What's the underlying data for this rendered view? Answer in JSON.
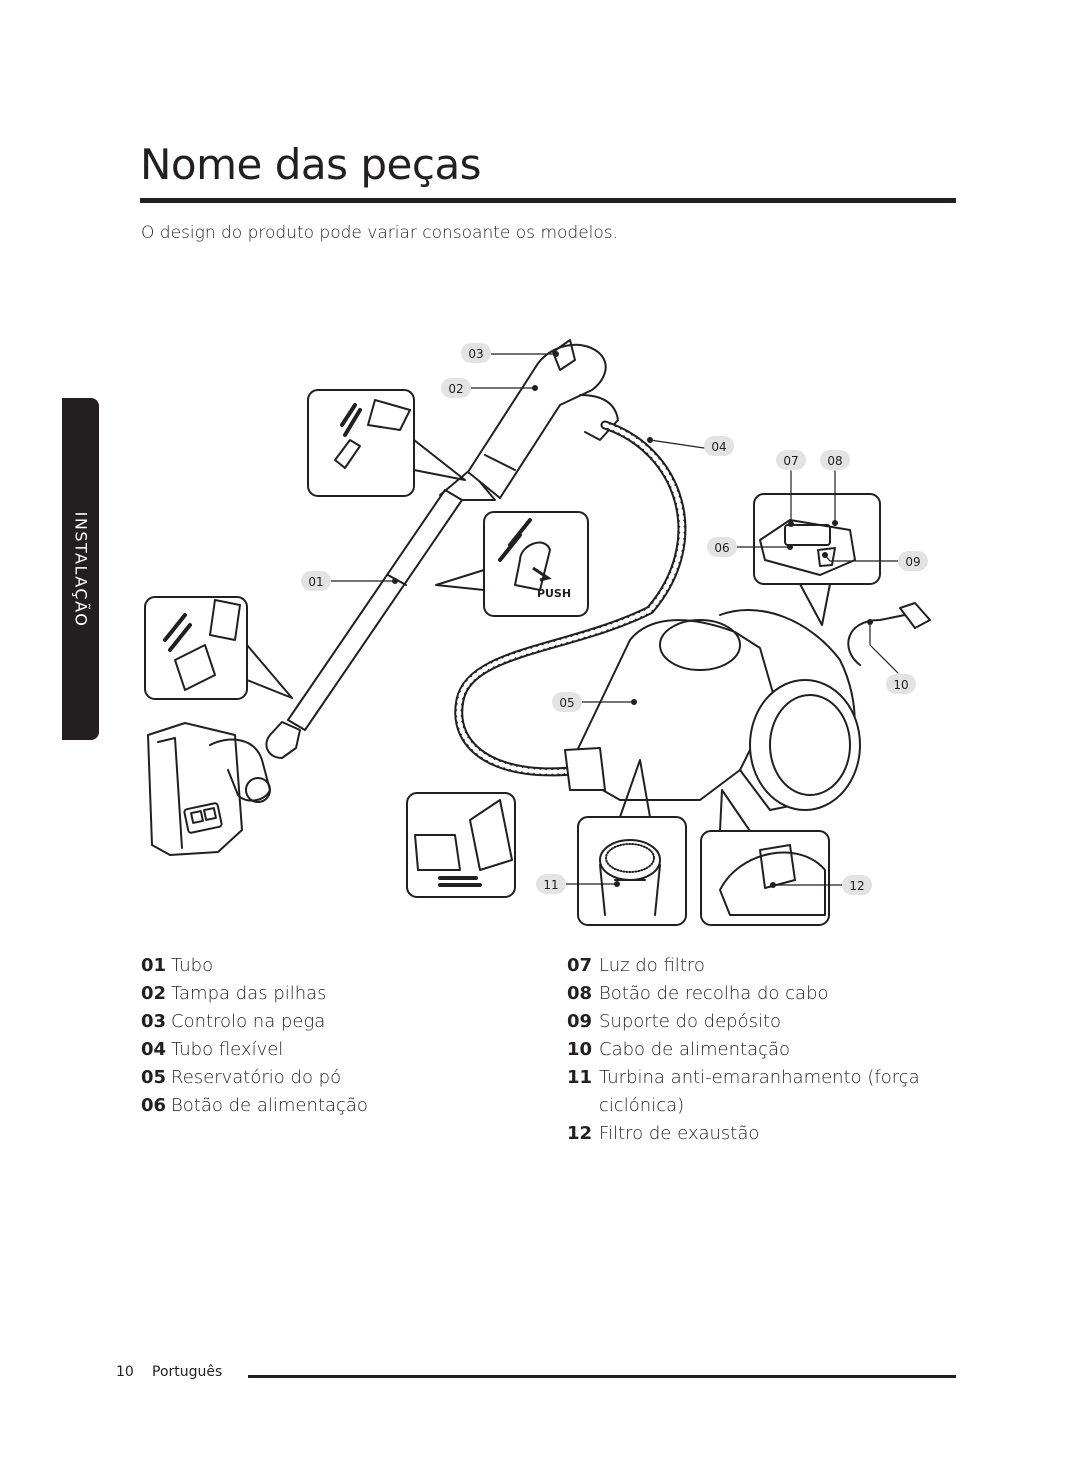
{
  "page": {
    "title": "Nome das peças",
    "subtitle": "O design do produto pode variar consoante os modelos.",
    "side_tab": "INSTALAÇÃO"
  },
  "diagram": {
    "callouts": [
      "01",
      "02",
      "03",
      "04",
      "05",
      "06",
      "07",
      "08",
      "09",
      "10",
      "11",
      "12"
    ],
    "push_label": "PUSH"
  },
  "parts_left": [
    {
      "num": "01",
      "label": "Tubo"
    },
    {
      "num": "02",
      "label": "Tampa das pilhas"
    },
    {
      "num": "03",
      "label": "Controlo na pega"
    },
    {
      "num": "04",
      "label": "Tubo flexível"
    },
    {
      "num": "05",
      "label": "Reservatório do pó"
    },
    {
      "num": "06",
      "label": "Botão de alimentação"
    }
  ],
  "parts_right": [
    {
      "num": "07",
      "label": "Luz do filtro"
    },
    {
      "num": "08",
      "label": "Botão de recolha do cabo"
    },
    {
      "num": "09",
      "label": "Suporte do depósito"
    },
    {
      "num": "10",
      "label": "Cabo de alimentação"
    },
    {
      "num": "11",
      "label": "Turbina anti-emaranhamento (força ciclónica)"
    },
    {
      "num": "12",
      "label": "Filtro de exaustão"
    }
  ],
  "footer": {
    "page_number": "10",
    "language": "Português"
  }
}
